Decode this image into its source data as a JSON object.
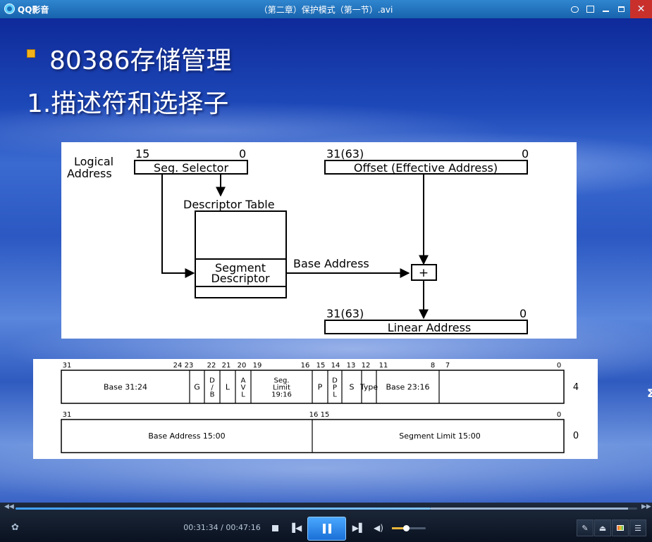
{
  "titlebar": {
    "app_name": "QQ影音",
    "video_title": "（第二章）保护模式（第一节）.avi",
    "close_symbol": "✕"
  },
  "slide": {
    "title_1": "80386存储管理",
    "title_2": "1.描述符和选择子",
    "colors": {
      "bullet": "#f2b21a",
      "text": "#ffffff"
    }
  },
  "diagram_top": {
    "logical_address": [
      "Logical",
      "Address"
    ],
    "selector_bits": {
      "high": "15",
      "low": "0"
    },
    "selector_label": "Seg. Selector",
    "offset_bits": {
      "high": "31(63)",
      "low": "0"
    },
    "offset_label": "Offset (Effective Address)",
    "descriptor_table_label": "Descriptor Table",
    "segment_descriptor": [
      "Segment",
      "Descriptor"
    ],
    "base_address_label": "Base Address",
    "adder_symbol": "+",
    "linear_bits": {
      "high": "31(63)",
      "low": "0"
    },
    "linear_address_label": "Linear Address"
  },
  "diagram_bottom": {
    "row1_bits": [
      {
        "t": "31"
      },
      {
        "t": "24 23"
      },
      {
        "t": "22"
      },
      {
        "t": "21"
      },
      {
        "t": "20"
      },
      {
        "t": "19"
      },
      {
        "t": "16"
      },
      {
        "t": "15"
      },
      {
        "t": "14"
      },
      {
        "t": "13"
      },
      {
        "t": "12"
      },
      {
        "t": "11"
      },
      {
        "t": "8"
      },
      {
        "t": "7"
      },
      {
        "t": "0"
      }
    ],
    "row1_fields": [
      {
        "lines": [
          "Base 31:24"
        ]
      },
      {
        "lines": [
          "G"
        ]
      },
      {
        "lines": [
          "D",
          "/",
          "B"
        ]
      },
      {
        "lines": [
          "L"
        ]
      },
      {
        "lines": [
          "A",
          "V",
          "L"
        ]
      },
      {
        "lines": [
          "Seg.",
          "Limit",
          "19:16"
        ]
      },
      {
        "lines": [
          "P"
        ]
      },
      {
        "lines": [
          "D",
          "P",
          "L"
        ]
      },
      {
        "lines": [
          "S"
        ]
      },
      {
        "lines": [
          "Type"
        ]
      },
      {
        "lines": [
          "Base 23:16"
        ]
      }
    ],
    "row1_offset": "4",
    "row2_bits": [
      {
        "t": "31"
      },
      {
        "t": "16 15"
      },
      {
        "t": "0"
      }
    ],
    "row2_fields": [
      {
        "lines": [
          "Base Address 15:00"
        ]
      },
      {
        "lines": [
          "Segment Limit 15:00"
        ]
      }
    ],
    "row2_offset": "0"
  },
  "edge_glyph": "Σ",
  "controls": {
    "time": "00:31:34 / 00:47:16",
    "progress": 0.668,
    "buffered": 0.985,
    "volume": 0.42,
    "seek_back": "◀◀",
    "seek_forward": "▶▶",
    "prev_symbol": "▐◀",
    "next_symbol": "▶▌",
    "volume_symbol": "◀)",
    "tools_symbol": "✎",
    "eject_symbol": "⏏",
    "footprint_symbol": "✿",
    "accent_color": "#3fa0ff"
  }
}
